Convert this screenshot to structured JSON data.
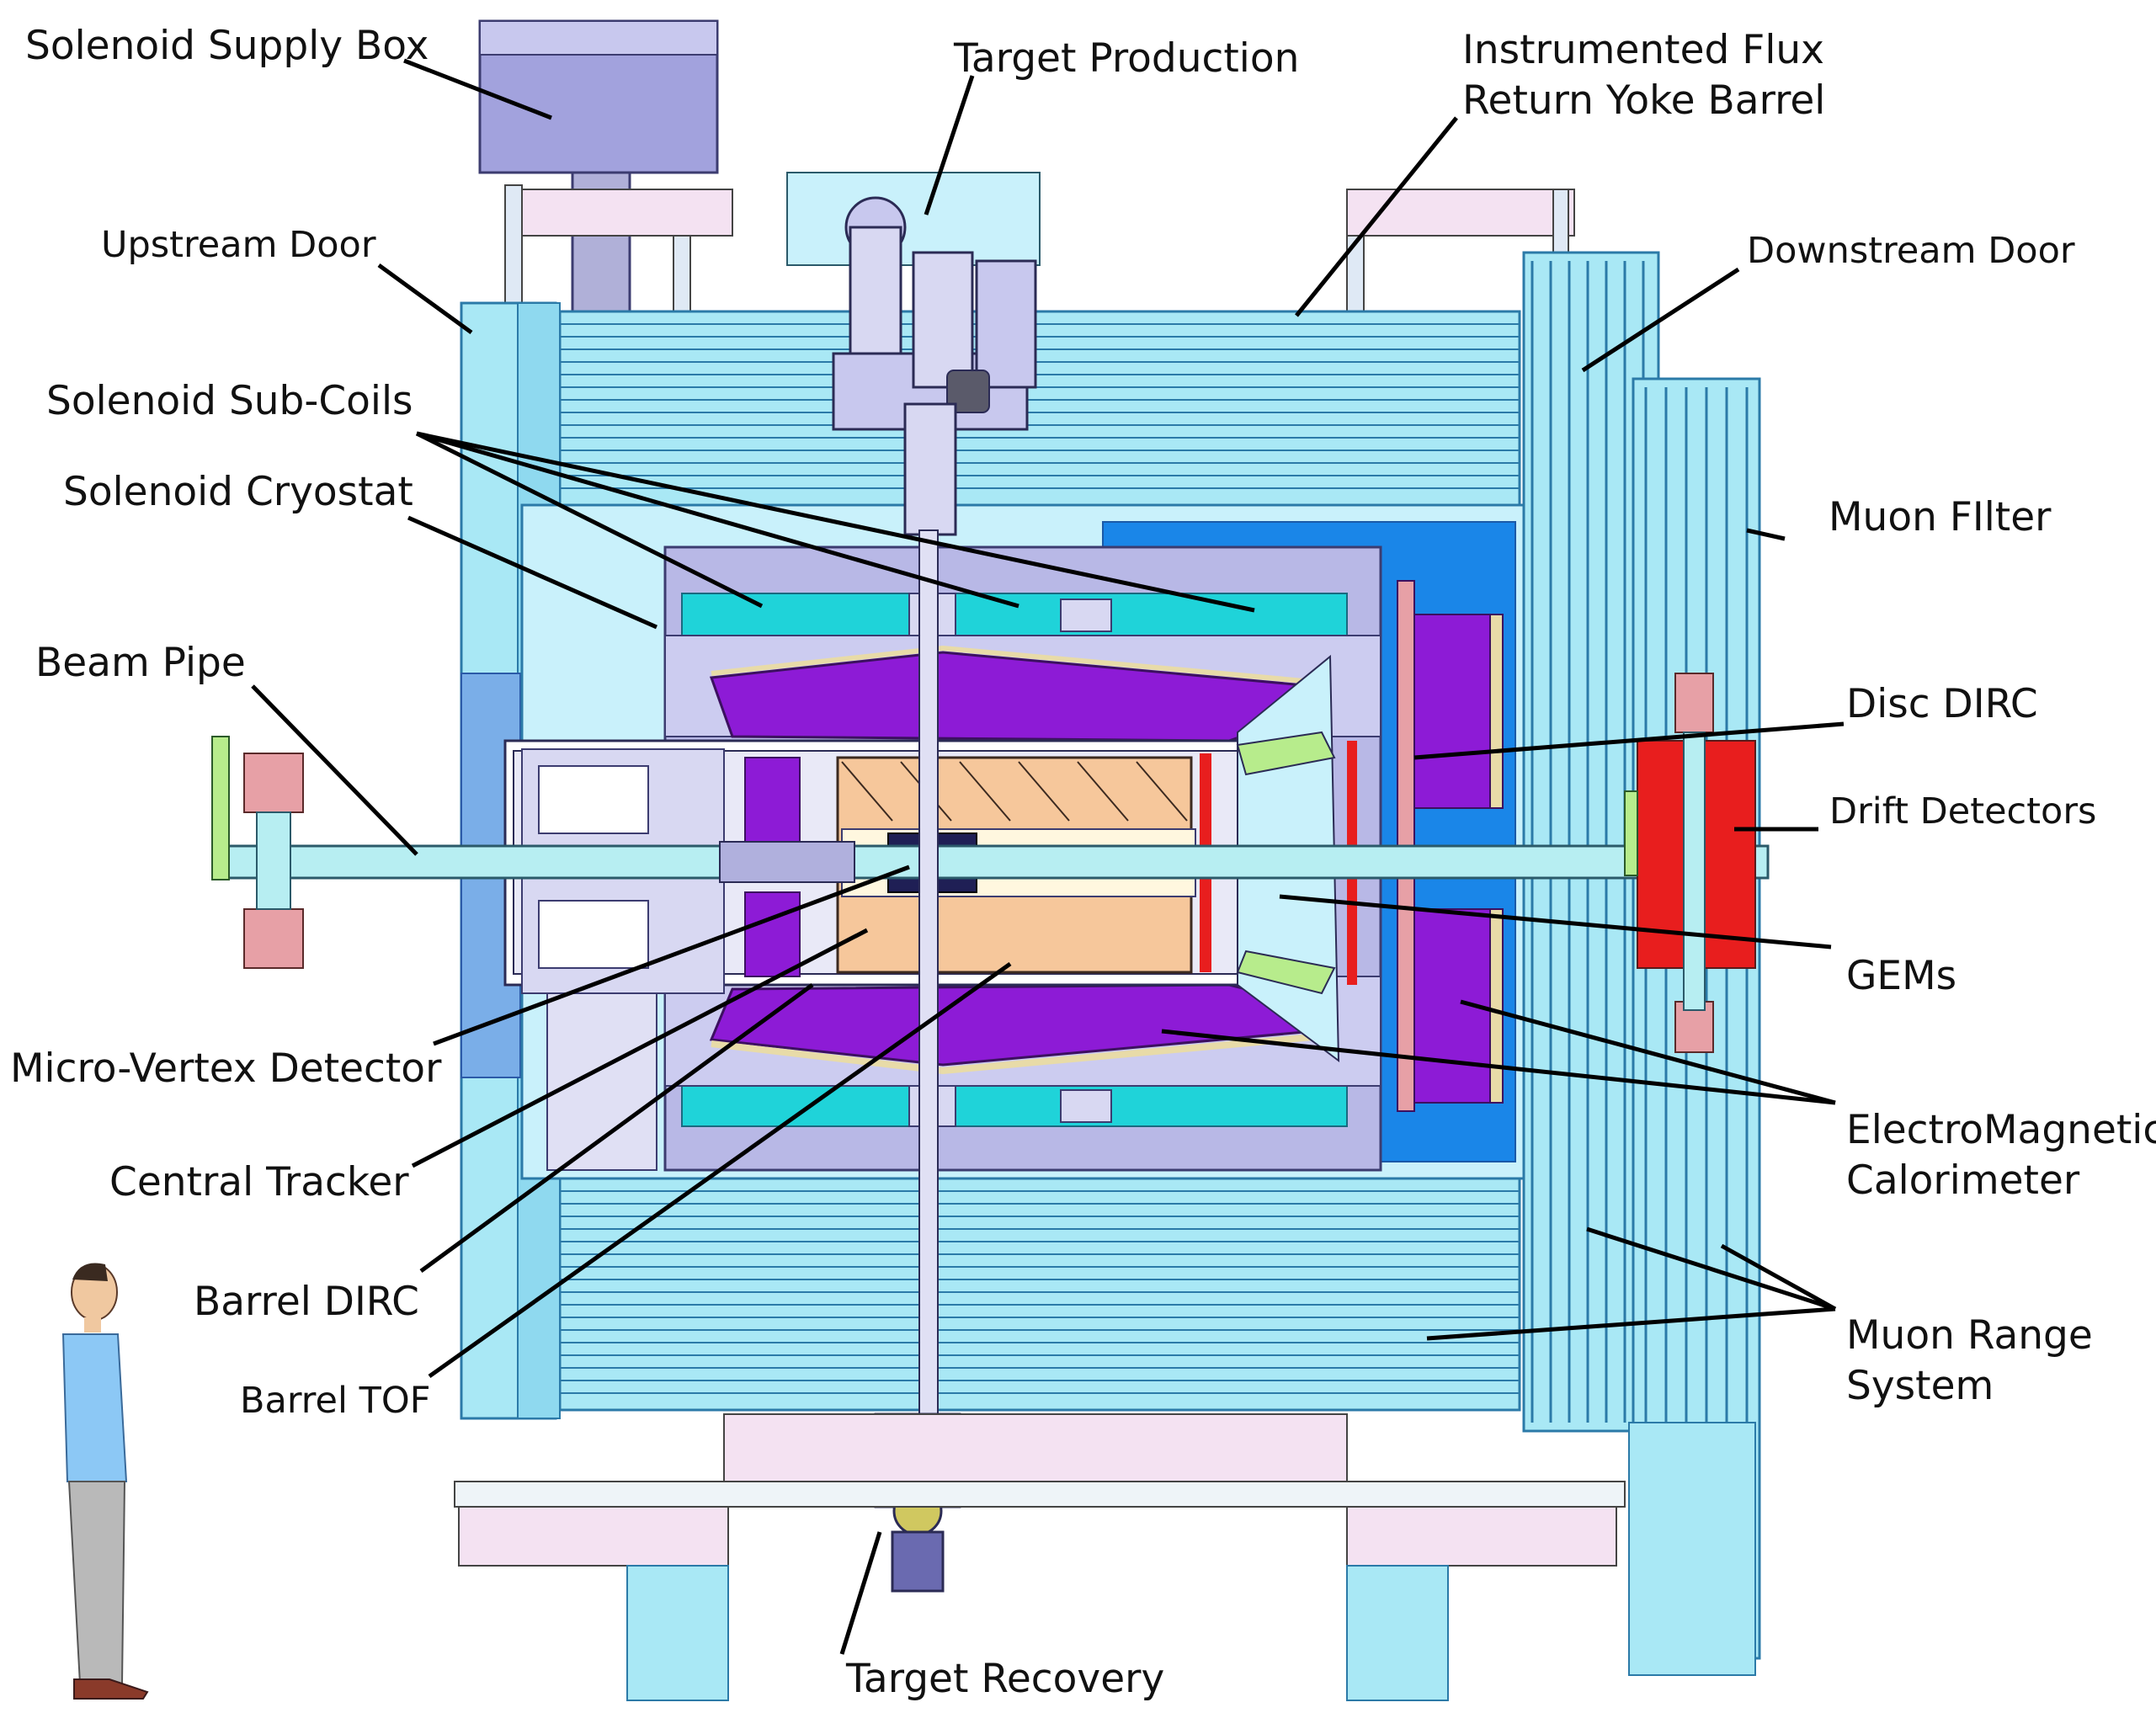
{
  "colors": {
    "yoke": "#a9e8f5",
    "yoke_plate": "#6fcde8",
    "yoke_dark": "#3aaad8",
    "inner_blue": "#1a86e8",
    "cryostat": "#b8b8e6",
    "coil": "#1fd3d9",
    "emc": "#8d1bd6",
    "tracker": "#f6c79b",
    "tof": "#e8dba8",
    "gem": "#e81e1e",
    "green": "#b7ec8c",
    "pink": "#e7a0a6",
    "supply": "#a2a2dd",
    "pipe": "#b7eef2",
    "skin": "#f0c8a0",
    "shirt": "#8cc8f5",
    "trousers": "#b9b9b9",
    "shoes": "#8a3a2a"
  },
  "labels": {
    "supply_box": "Solenoid Supply Box",
    "target_production": "Target Production",
    "flux_return_1": "Instrumented Flux",
    "flux_return_2": "Return Yoke Barrel",
    "upstream_door": "Upstream Door",
    "downstream_door": "Downstream Door",
    "sub_coils": "Solenoid Sub-Coils",
    "cryostat": "Solenoid Cryostat",
    "muon_filter": "Muon FIlter",
    "beam_pipe": "Beam Pipe",
    "disc_dirc": "Disc DIRC",
    "drift_detectors": "Drift Detectors",
    "gems": "GEMs",
    "mvd": "Micro-Vertex Detector",
    "emc_1": "ElectroMagnetic",
    "emc_2": "Calorimeter",
    "central_tracker": "Central Tracker",
    "barrel_dirc": "Barrel DIRC",
    "muon_range_1": "Muon Range",
    "muon_range_2": "System",
    "barrel_tof": "Barrel TOF",
    "target_recovery": "Target Recovery"
  },
  "icons": {
    "person": "human-scale-figure"
  }
}
